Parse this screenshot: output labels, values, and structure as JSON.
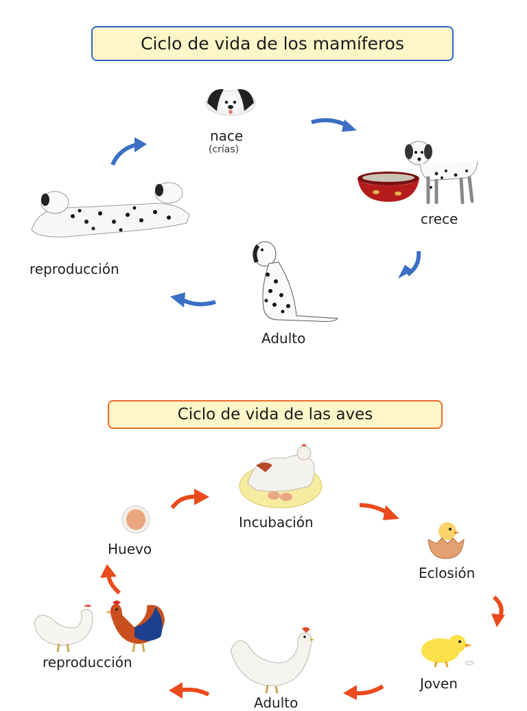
{
  "mammals": {
    "title": "Ciclo de vida de los mamíferos",
    "stages": {
      "born": "nace",
      "born_note": "(crías)",
      "grows": "crece",
      "adult": "Adulto",
      "reproduction": "reproducción"
    },
    "arrow_color": "#3a6fc4"
  },
  "birds": {
    "title": "Ciclo de vida de las aves",
    "stages": {
      "incubation": "Incubación",
      "hatching": "Eclosión",
      "young": "Joven",
      "adult": "Adulto",
      "reproduction": "reproducción",
      "egg": "Huevo"
    },
    "arrow_color": "#ea4a1c"
  }
}
